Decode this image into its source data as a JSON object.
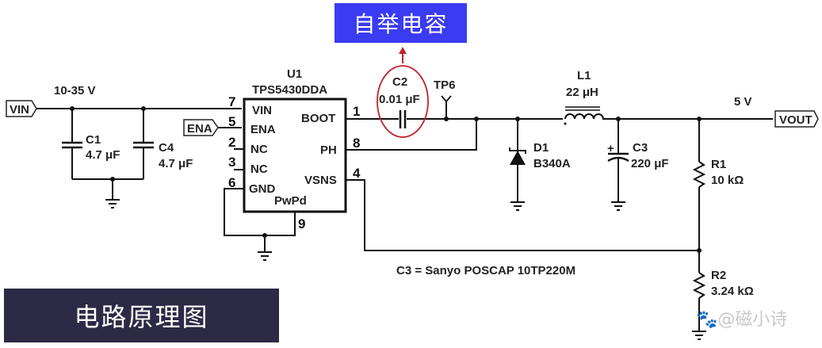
{
  "titles": {
    "top": "自举电容",
    "bottom": "电路原理图"
  },
  "watermark": "@磁小诗",
  "colors": {
    "top_title_bg": "#3a3bf2",
    "bottom_title_bg": "#2d2a45",
    "highlight_ellipse": "#c0232e",
    "wire": "#111111"
  },
  "ports": {
    "vin": "VIN",
    "ena": "ENA",
    "vout": "VOUT"
  },
  "nets": {
    "input_voltage": "10-35 V",
    "output_voltage": "5 V"
  },
  "ic": {
    "ref": "U1",
    "part": "TPS5430DDA",
    "pins_left": [
      {
        "num": "7",
        "name": "VIN"
      },
      {
        "num": "5",
        "name": "ENA"
      },
      {
        "num": "2",
        "name": "NC"
      },
      {
        "num": "3",
        "name": "NC"
      },
      {
        "num": "6",
        "name": "GND"
      }
    ],
    "pins_right": [
      {
        "num": "1",
        "name": "BOOT"
      },
      {
        "num": "8",
        "name": "PH"
      },
      {
        "num": "4",
        "name": "VSNS"
      }
    ],
    "pad": {
      "num": "9",
      "name": "PwPd"
    }
  },
  "components": {
    "c1": {
      "ref": "C1",
      "value": "4.7 μF"
    },
    "c4": {
      "ref": "C4",
      "value": "4.7 μF"
    },
    "c2": {
      "ref": "C2",
      "value": "0.01 μF"
    },
    "tp6": {
      "ref": "TP6"
    },
    "l1": {
      "ref": "L1",
      "value": "22 μH"
    },
    "d1": {
      "ref": "D1",
      "value": "B340A"
    },
    "c3": {
      "ref": "C3",
      "value": "220 μF",
      "polarity": "+"
    },
    "r1": {
      "ref": "R1",
      "value": "10 kΩ"
    },
    "r2": {
      "ref": "R2",
      "value": "3.24 kΩ"
    }
  },
  "note": "C3 = Sanyo POSCAP 10TP220M"
}
